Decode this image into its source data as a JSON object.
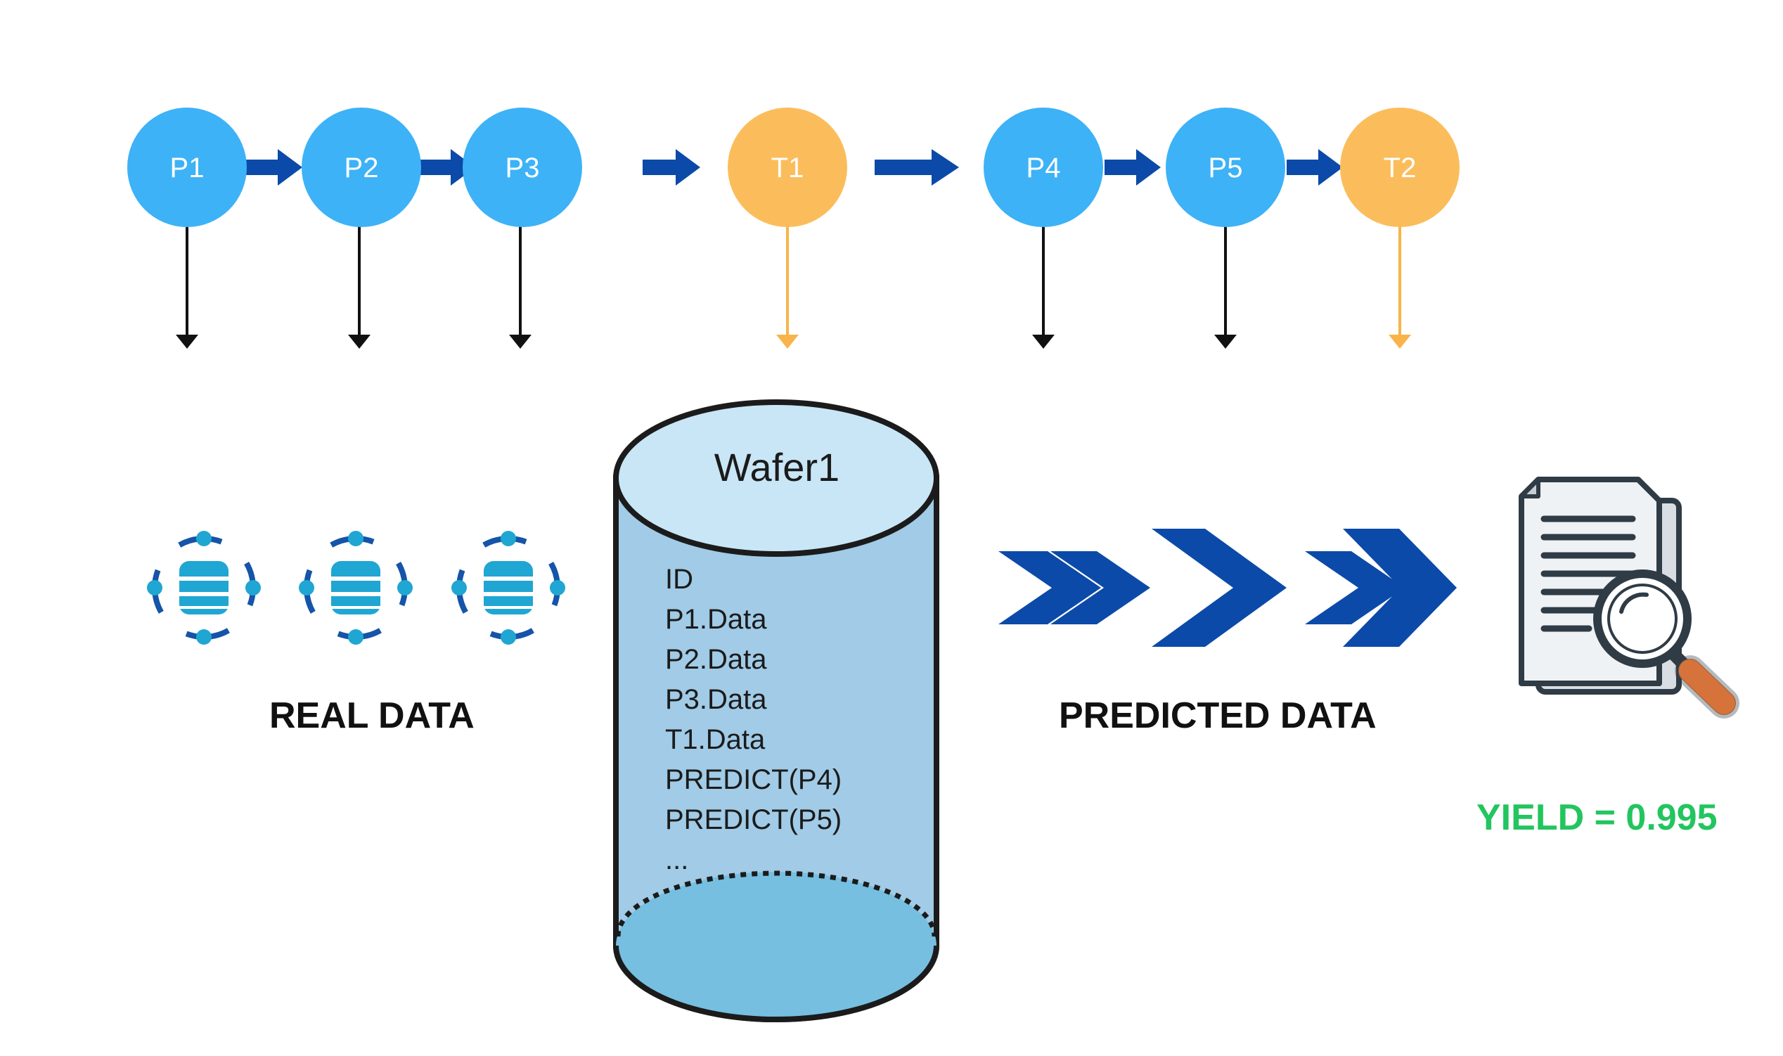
{
  "colors": {
    "process_node": "#3db2f7",
    "test_node": "#fbbd5c",
    "flow_arrow": "#0b4aa8",
    "down_arrow_process": "#111111",
    "down_arrow_test": "#f8b44a",
    "yield_text": "#22c55e",
    "cylinder_body": "#a1cbe6",
    "cylinder_top": "#c9e6f6",
    "cylinder_bottom": "#76bfe0"
  },
  "flow": {
    "nodes": [
      {
        "label": "P1",
        "kind": "process"
      },
      {
        "label": "P2",
        "kind": "process"
      },
      {
        "label": "P3",
        "kind": "process"
      },
      {
        "label": "T1",
        "kind": "test"
      },
      {
        "label": "P4",
        "kind": "process"
      },
      {
        "label": "P5",
        "kind": "process"
      },
      {
        "label": "T2",
        "kind": "test"
      }
    ]
  },
  "real_data": {
    "label": "REAL DATA",
    "icon": "database-network-icon"
  },
  "wafer": {
    "title": "Wafer1",
    "fields": [
      "ID",
      "P1.Data",
      "P2.Data",
      "P3.Data",
      "T1.Data",
      "PREDICT(P4)",
      "PREDICT(P5)",
      "..."
    ]
  },
  "predicted_data": {
    "label": "PREDICTED DATA",
    "icon": "chevron-arrows-icon"
  },
  "report": {
    "icon": "report-magnifier-icon",
    "yield_text": "YIELD = 0.995"
  }
}
